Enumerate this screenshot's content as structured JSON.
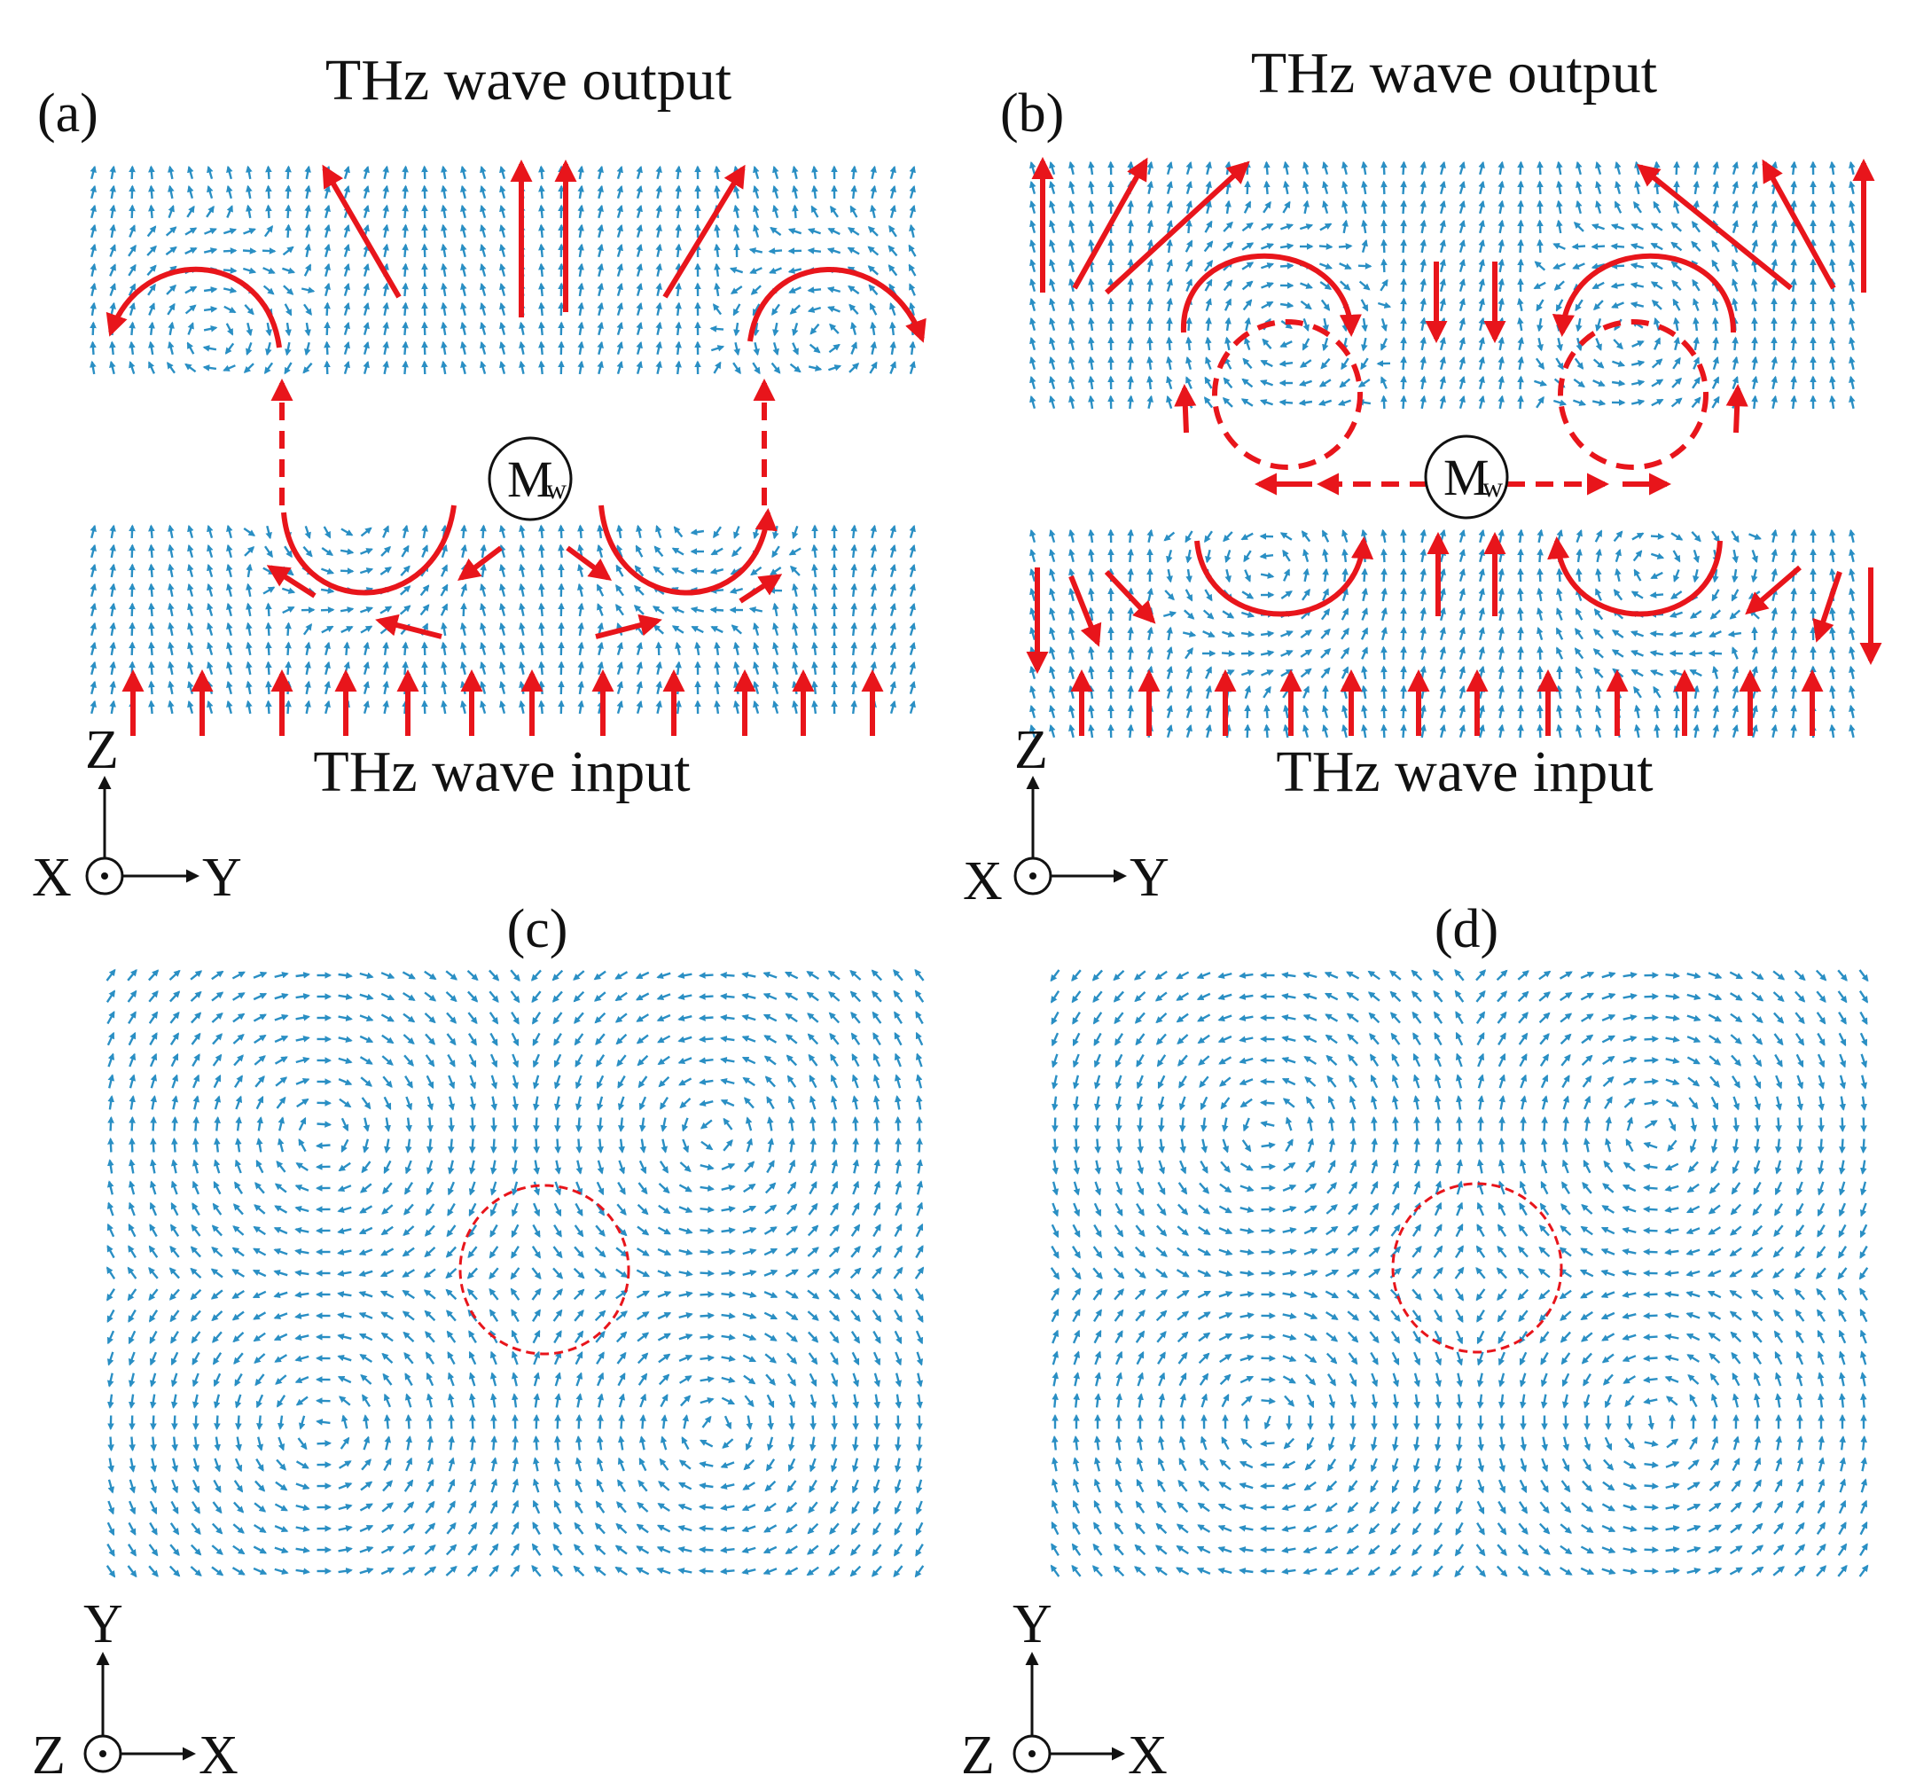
{
  "figure": {
    "panels": [
      {
        "id": "a",
        "label": "(a)",
        "title_top": "THz wave output",
        "title_bottom": "THz wave input",
        "axes": {
          "vertical": "Z",
          "horizontal": "Y",
          "out_of_plane": "X"
        },
        "source": {
          "main": "M",
          "sub": "w"
        }
      },
      {
        "id": "b",
        "label": "(b)",
        "title_top": "THz wave output",
        "title_bottom": "THz wave input",
        "axes": {
          "vertical": "Z",
          "horizontal": "Y",
          "out_of_plane": "X"
        },
        "source": {
          "main": "M",
          "sub": "w"
        }
      },
      {
        "id": "c",
        "label": "(c)",
        "axes": {
          "vertical": "Y",
          "horizontal": "X",
          "out_of_plane": "Z"
        }
      },
      {
        "id": "d",
        "label": "(d)",
        "axes": {
          "vertical": "Y",
          "horizontal": "X",
          "out_of_plane": "Z"
        }
      }
    ]
  },
  "colors": {
    "field_arrows": "#2a8fc4",
    "annotation_arrows": "#e8151b",
    "text": "#111111"
  }
}
